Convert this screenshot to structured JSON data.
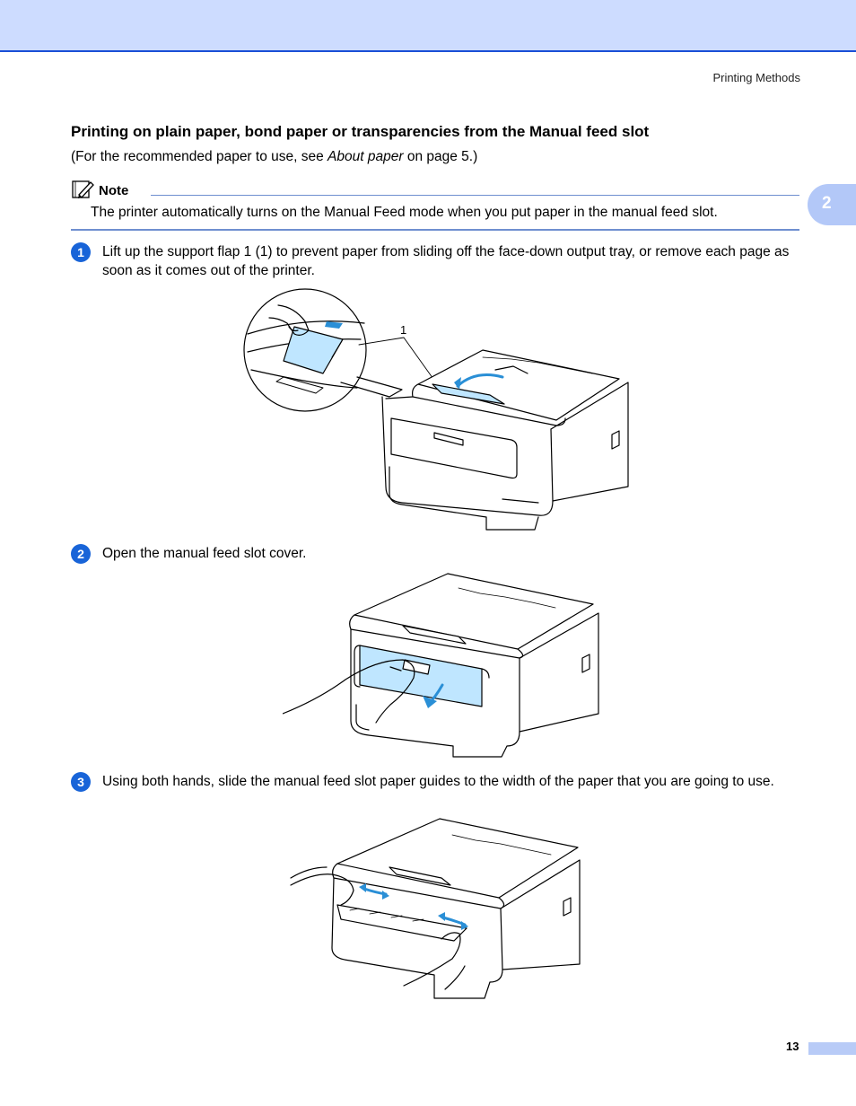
{
  "header": {
    "running_head": "Printing Methods"
  },
  "chapter_tab": "2",
  "section": {
    "title": "Printing on plain paper, bond paper or transparencies from the Manual feed slot",
    "intro_before": "(For the recommended paper to use, see ",
    "intro_link": "About paper",
    "intro_after": " on page 5.)"
  },
  "note": {
    "label": "Note",
    "text": "The printer automatically turns on the Manual Feed mode when you put paper in the manual feed slot."
  },
  "steps": [
    {
      "number": "1",
      "text": "Lift up the support flap 1 (1) to prevent paper from sliding off the face-down output tray, or remove each page as soon as it comes out of the printer.",
      "callout": "1"
    },
    {
      "number": "2",
      "text": "Open the manual feed slot cover."
    },
    {
      "number": "3",
      "text": "Using both hands, slide the manual feed slot paper guides to the width of the paper that you are going to use."
    }
  ],
  "footer": {
    "page_number": "13"
  },
  "colors": {
    "accent": "#1864d8",
    "band": "#cddcff",
    "highlight": "#bfe6ff",
    "arrow": "#2a8fd6"
  },
  "icons": [
    "note-pencil-icon"
  ]
}
